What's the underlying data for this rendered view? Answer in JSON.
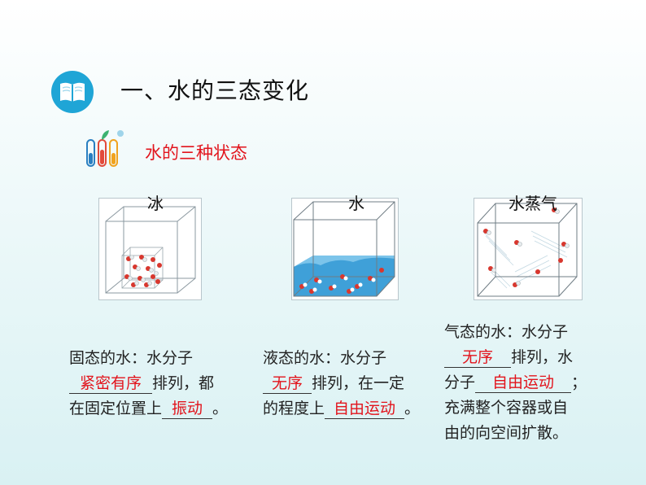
{
  "section": {
    "title": "一、水的三态变化",
    "icon": "book-icon",
    "accent": "#1fa5d6"
  },
  "subsection": {
    "title": "水的三种状态",
    "icon": "test-tubes-icon",
    "color": "#e2141c"
  },
  "states": [
    {
      "label": "冰",
      "lines": [
        {
          "parts": [
            {
              "t": "固态的水：水分子"
            }
          ]
        },
        {
          "parts": [
            {
              "t": "紧密有序",
              "blank": true
            },
            {
              "t": "排列，都"
            }
          ]
        },
        {
          "parts": [
            {
              "t": "在固定位置上"
            },
            {
              "t": "振动",
              "blank": true
            },
            {
              "t": "。"
            }
          ]
        }
      ]
    },
    {
      "label": "水",
      "lines": [
        {
          "parts": [
            {
              "t": "液态的水：水分子"
            }
          ]
        },
        {
          "parts": [
            {
              "t": "无序",
              "blank": true
            },
            {
              "t": "排列，在一定"
            }
          ]
        },
        {
          "parts": [
            {
              "t": "的程度上"
            },
            {
              "t": "自由运动",
              "blank": true
            },
            {
              "t": "。"
            }
          ]
        }
      ]
    },
    {
      "label": "水蒸气",
      "lines": [
        {
          "parts": [
            {
              "t": "气态的水：水分子"
            }
          ]
        },
        {
          "parts": [
            {
              "t": "无序",
              "blank": true
            },
            {
              "t": "排列，水"
            }
          ]
        },
        {
          "parts": [
            {
              "t": "分子"
            },
            {
              "t": "自由运动",
              "blank": true
            },
            {
              "t": "；"
            }
          ]
        },
        {
          "parts": [
            {
              "t": "充满整个容器或自"
            }
          ]
        },
        {
          "parts": [
            {
              "t": "由的向空间扩散。"
            }
          ]
        }
      ]
    }
  ],
  "answer_color": "#e2141c"
}
